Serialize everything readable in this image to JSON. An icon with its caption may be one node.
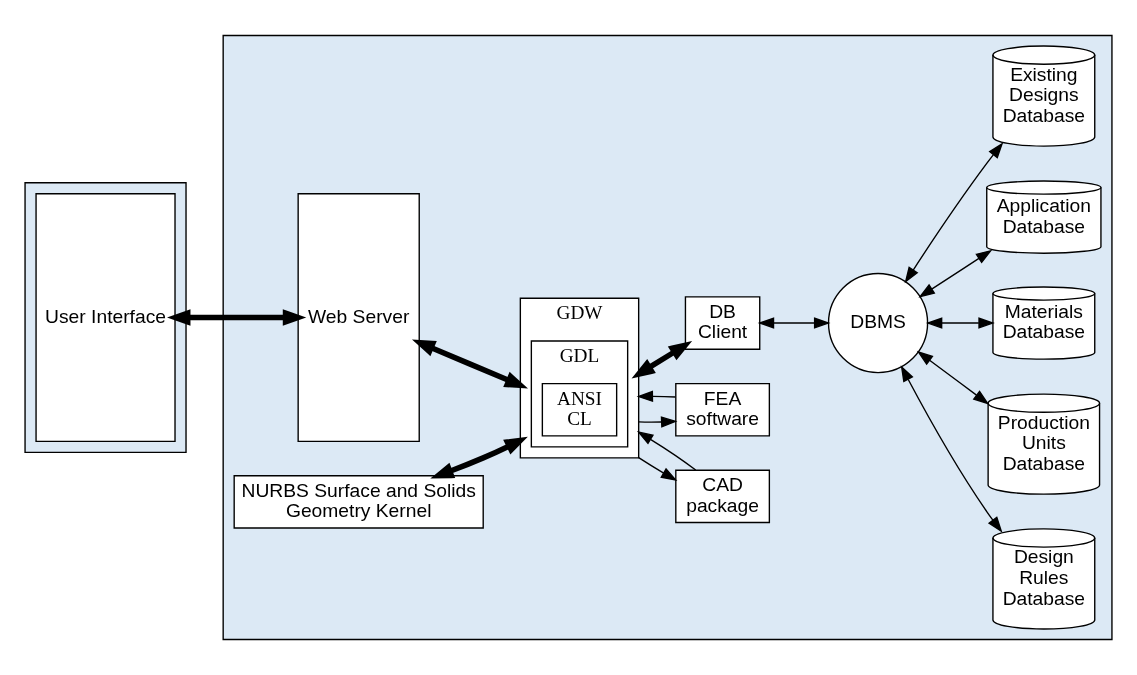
{
  "diagram": {
    "nodes": [
      {
        "text": [],
        "shape": "box"
      },
      {
        "text": [
          "User Interface"
        ],
        "in": 0
      },
      {
        "text": [],
        "shape": "box"
      },
      {
        "text": [
          "Web Server"
        ],
        "in": 2
      },
      {
        "text": [
          "NURBS Surface and Solids Geometry Kernel"
        ],
        "in": 2
      },
      {
        "text": [
          "GDW"
        ],
        "in": 2
      },
      {
        "text": [
          "GDL"
        ],
        "in": 5
      },
      {
        "text": [
          "ANSI CL"
        ],
        "in": 6
      },
      {
        "text": [
          "CAD package"
        ],
        "in": 2
      },
      {
        "text": [
          "FEA software"
        ],
        "in": 2
      },
      {
        "text": [
          "DB Client"
        ],
        "in": 2
      },
      {
        "text": [
          "DBMS"
        ],
        "in": 2
      },
      {
        "text": [
          "Design Rules Database"
        ],
        "in": 2
      },
      {
        "text": [
          "Production Units Database"
        ],
        "in": 2
      },
      {
        "text": [
          "Materials Database"
        ],
        "in": 2
      },
      {
        "text": [
          "Application Database"
        ],
        "in": 2
      },
      {
        "text": [
          "Existing Designs Database"
        ],
        "in": 2
      }
    ],
    "edges": [
      {
        "from": 1,
        "to": 3,
        "arrow": "both",
        "style": "thick"
      },
      {
        "from": 3,
        "to": 5,
        "arrow": "both",
        "style": "thick"
      },
      {
        "from": 4,
        "to": 5,
        "arrow": "both",
        "style": "thick"
      },
      {
        "from": 5,
        "to": 10,
        "arrow": "both",
        "style": "thick"
      },
      {
        "from": 5,
        "to": 8,
        "arrow": "to"
      },
      {
        "from": 8,
        "to": 5,
        "arrow": "to"
      },
      {
        "from": 5,
        "to": 9,
        "arrow": "to"
      },
      {
        "from": 9,
        "to": 5,
        "arrow": "to"
      },
      {
        "from": 10,
        "to": 11,
        "arrow": "both"
      },
      {
        "from": 11,
        "to": 12,
        "arrow": "both"
      },
      {
        "from": 11,
        "to": 13,
        "arrow": "both"
      },
      {
        "from": 11,
        "to": 14,
        "arrow": "both"
      },
      {
        "from": 11,
        "to": 15,
        "arrow": "both"
      },
      {
        "from": 11,
        "to": 16,
        "arrow": "both"
      }
    ]
  }
}
